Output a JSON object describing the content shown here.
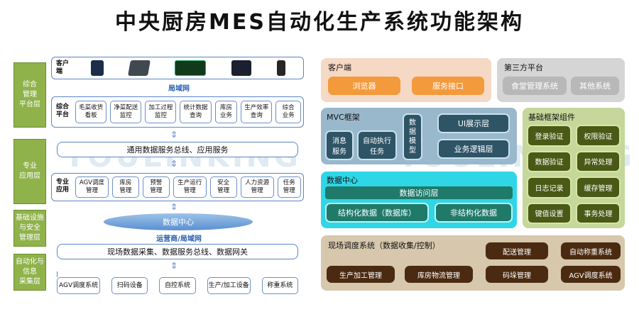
{
  "title": "中央厨房MES自动化生产系统功能架构",
  "watermark": "YOULINKING",
  "layers": [
    "综合\n管理\n平台层",
    "专业\n应用层",
    "基础设施\n与安全\n管理层",
    "自动化与\n信息\n采集层"
  ],
  "left": {
    "client_label": "客户\n端",
    "lan_label": "局域网",
    "platform_label": "综合\n平台",
    "platform_items": [
      "毛菜收货\n看板",
      "净菜配送\n监控",
      "加工过程\n监控",
      "统计数据\n查询",
      "库房\n业务",
      "生产效率\n查询",
      "综合\n业务"
    ],
    "bus_label": "通用数据服务总线、应用服务",
    "app_label": "专业\n应用",
    "app_items": [
      "AGV调度\n管理",
      "库房\n管理",
      "预警\n管理",
      "生产运行\n管理",
      "安全\n管理",
      "人力资源\n管理",
      "任务\n管理"
    ],
    "datacenter_label": "数据中心",
    "carrier_label": "运营商/局域网",
    "field_bus_label": "现场数据采集、数据服务总线、数据网关",
    "devices": [
      "AGV调度系统",
      "扫码设备",
      "自控系统",
      "生产/加工设备",
      "称重系统"
    ]
  },
  "right": {
    "client": {
      "title": "客户端",
      "items": [
        "浏览器",
        "服务接口"
      ]
    },
    "third_party": {
      "title": "第三方平台",
      "items": [
        "食堂管理系统",
        "其他系统"
      ]
    },
    "mvc": {
      "title": "MVC框架",
      "items": [
        "消息\n服务",
        "自动执行\n任务",
        "数\n据\n模\n型",
        "UI展示层",
        "业务逻辑层"
      ]
    },
    "base": {
      "title": "基础框架组件",
      "items": [
        "登录验证",
        "权限验证",
        "数据验证",
        "异常处理",
        "日志记录",
        "缓存管理",
        "键值设置",
        "事务处理"
      ]
    },
    "datacenter": {
      "title": "数据中心",
      "access": "数据访问层",
      "structured": "结构化数据（数据库）",
      "unstructured": "非结构化数据"
    },
    "field": {
      "title": "现场调度系统（数据收集/控制）",
      "items": [
        "配送管理",
        "自动称重系统",
        "生产加工管理",
        "库房物流管理",
        "码垛管理",
        "AGV调度系统"
      ]
    }
  },
  "colors": {
    "layer_green": "#8fb24a",
    "client_orange": "#f6d9c4",
    "third_gray": "#d5d5d5",
    "mvc_blue": "#9ab8cc",
    "base_green": "#c5d79a",
    "dc_cyan": "#2fd6e6",
    "field_tan": "#d6c7ad"
  }
}
